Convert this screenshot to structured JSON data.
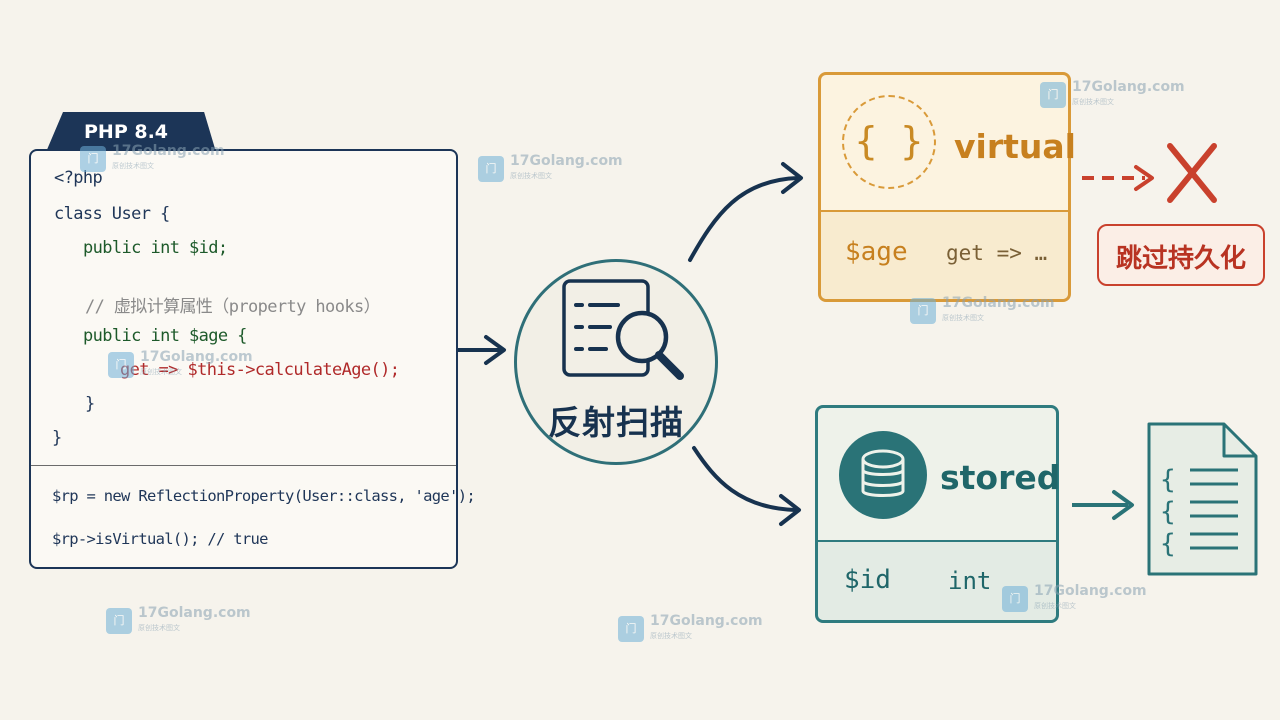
{
  "code_panel": {
    "version_tab": "PHP 8.4",
    "lines": [
      "<?php",
      "class User {",
      "public int $id;",
      "// 虚拟计算属性（property hooks）",
      "public int $age {",
      "get => $this->calculateAge();",
      "}",
      "}"
    ],
    "reflection_lines": [
      "$rp = new ReflectionProperty(User::class, 'age');",
      "$rp->isVirtual(); // true"
    ]
  },
  "scan": {
    "label": "反射扫描",
    "icon": "magnifier-list-icon"
  },
  "virtual_card": {
    "title": "virtual",
    "brace_icon": "{ }",
    "property": "$age",
    "accessor": "get => …",
    "accent": "#d99a39"
  },
  "skip": {
    "icon": "x-mark-icon",
    "label": "跳过持久化",
    "color": "#c9412d"
  },
  "stored_card": {
    "title": "stored",
    "icon": "database-icon",
    "property": "$id",
    "type": "int",
    "accent": "#2f7b7f"
  },
  "document_icon": "json-document-icon",
  "watermark": {
    "text": "17Golang.com",
    "subtext": "原创技术图文"
  }
}
